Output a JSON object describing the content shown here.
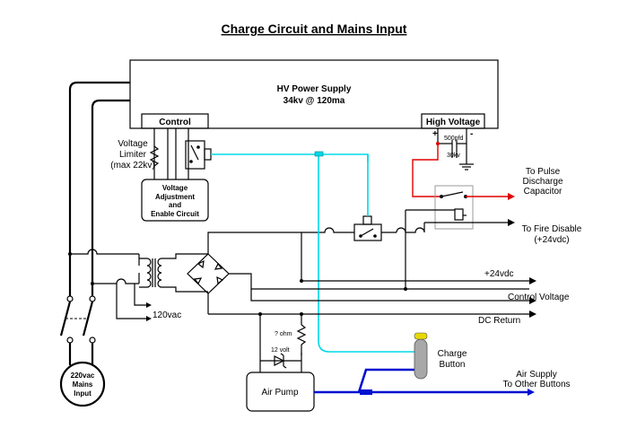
{
  "title": "Charge Circuit and Mains Input",
  "hv_supply": {
    "name": "HV Power Supply",
    "rating": "34kv @ 120ma",
    "control_label": "Control",
    "hv_label": "High Voltage",
    "plus": "+",
    "minus": "-",
    "cap_value": "500pfd",
    "cap_voltage": "30kv"
  },
  "voltage_limiter": {
    "line1": "Voltage",
    "line2": "Limiter",
    "line3": "(max 22kv)"
  },
  "adjust_box": {
    "line1": "Voltage",
    "line2": "Adjustment",
    "line3": "and",
    "line4": "Enable Circuit"
  },
  "outputs": {
    "pulse_line1": "To Pulse",
    "pulse_line2": "Discharge",
    "pulse_line3": "Capacitor",
    "fire_line1": "To Fire Disable",
    "fire_line2": "(+24vdc)",
    "v24": "+24vdc",
    "control_voltage": "Control Voltage",
    "dc_return": "DC Return"
  },
  "transformer_tap": "120vac",
  "resistor_label": "? ohm",
  "zener_label": "12 volt",
  "air_pump": "Air Pump",
  "charge_button": {
    "line1": "Charge",
    "line2": "Button"
  },
  "air_supply": {
    "line1": "Air Supply",
    "line2": "To Other Buttons"
  },
  "mains": {
    "line1": "220vac",
    "line2": "Mains",
    "line3": "Input"
  },
  "colors": {
    "control_wire": "#00d8e8",
    "hv_wire": "#e00000",
    "air_tube": "#0010d0",
    "button": "#a8a8a8",
    "button_cap": "#e8d800"
  }
}
